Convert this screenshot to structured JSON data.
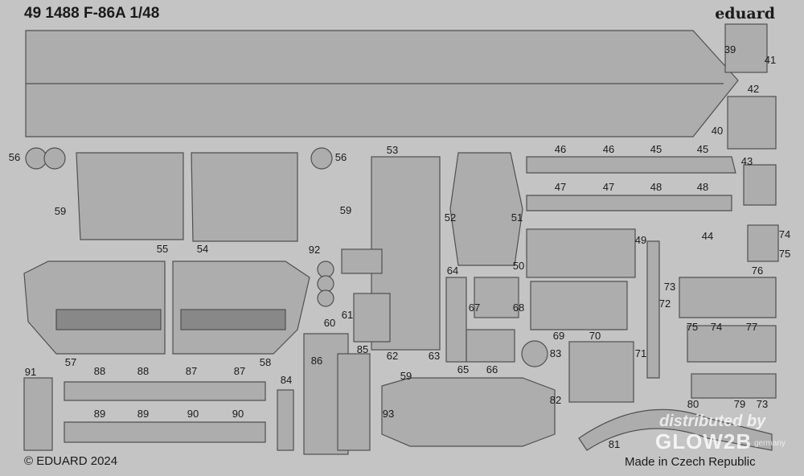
{
  "header": {
    "title": "49 1488 F-86A 1/48",
    "brand": "eduard"
  },
  "footer": {
    "copyright": "© EDUARD 2024",
    "origin": "Made in Czech Republic"
  },
  "watermark": {
    "line1": "distributed by",
    "line2": "GLOW2B",
    "line3": "germany"
  },
  "parts": {
    "labels": [
      "39",
      "41",
      "42",
      "40",
      "56",
      "56",
      "53",
      "46",
      "46",
      "45",
      "45",
      "43",
      "47",
      "47",
      "48",
      "48",
      "59",
      "59",
      "52",
      "51",
      "44",
      "74",
      "49",
      "55",
      "54",
      "92",
      "75",
      "64",
      "50",
      "76",
      "73",
      "72",
      "67",
      "68",
      "61",
      "60",
      "75",
      "74",
      "77",
      "69",
      "70",
      "85",
      "71",
      "62",
      "63",
      "83",
      "57",
      "58",
      "86",
      "91",
      "88",
      "88",
      "87",
      "87",
      "65",
      "66",
      "59",
      "84",
      "82",
      "80",
      "79",
      "73",
      "89",
      "89",
      "90",
      "90",
      "93",
      "81"
    ]
  },
  "colors": {
    "background": "#c4c4c4",
    "part": "#a9a9a9",
    "outline": "#505050"
  }
}
